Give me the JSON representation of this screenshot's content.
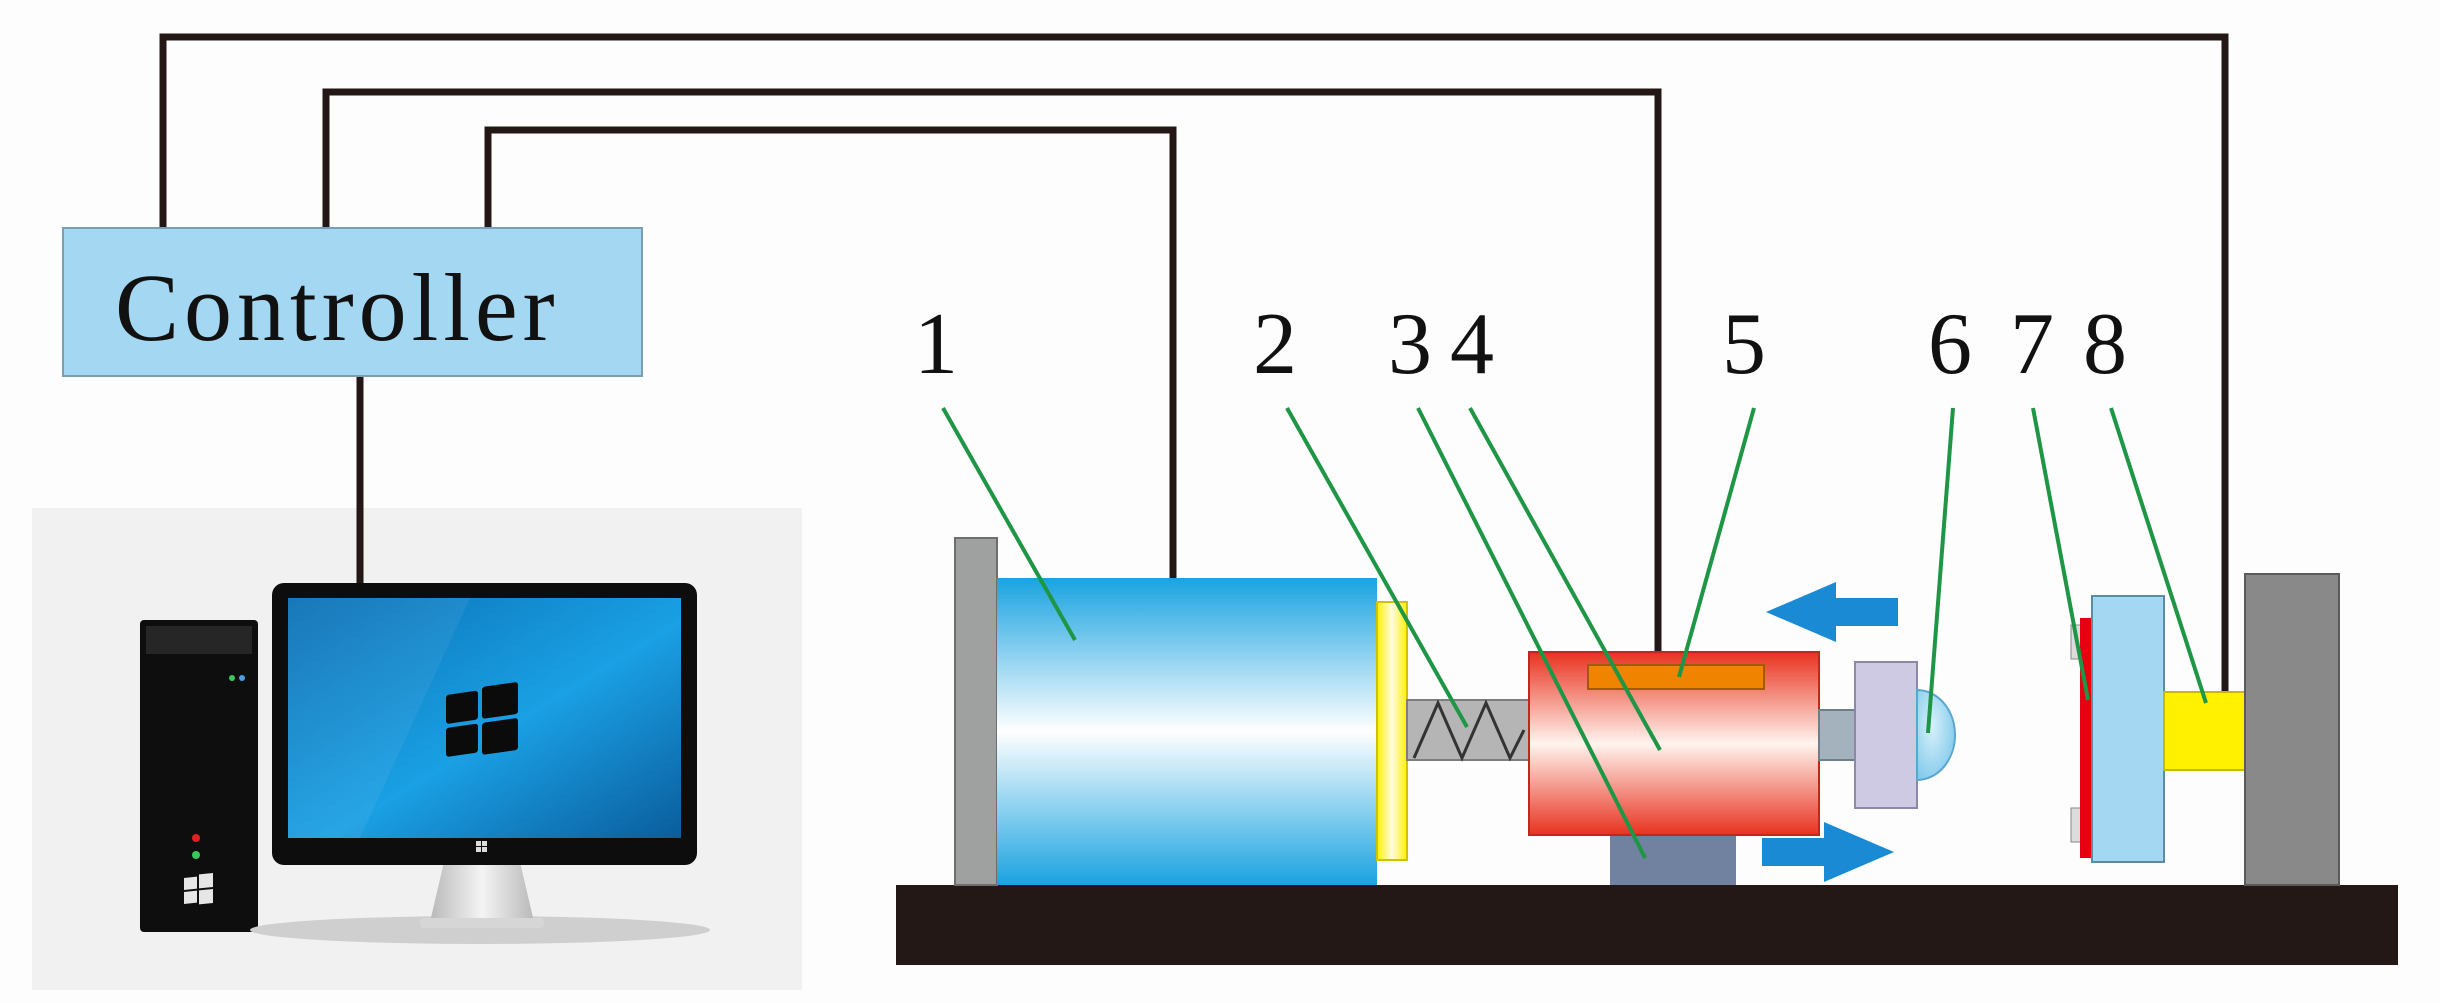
{
  "controller": {
    "label": "Controller"
  },
  "part_labels": [
    "1",
    "2",
    "3",
    "4",
    "5",
    "6",
    "7",
    "8"
  ],
  "colors": {
    "controller_fill": "#a4d8f2",
    "wire": "#231815",
    "leader": "#1e9645",
    "base": "#231815",
    "arrow": "#1a8ad4",
    "actuator_blue": "#21a6e2",
    "slider_red": "#ea3b2e",
    "sensor_orange": "#f08300",
    "yellow": "#fff100"
  },
  "icons": {
    "computer": "desktop-computer-icon",
    "os_logo": "windows-logo-icon",
    "arrow_left": "arrow-left-icon",
    "arrow_right": "arrow-right-icon"
  }
}
